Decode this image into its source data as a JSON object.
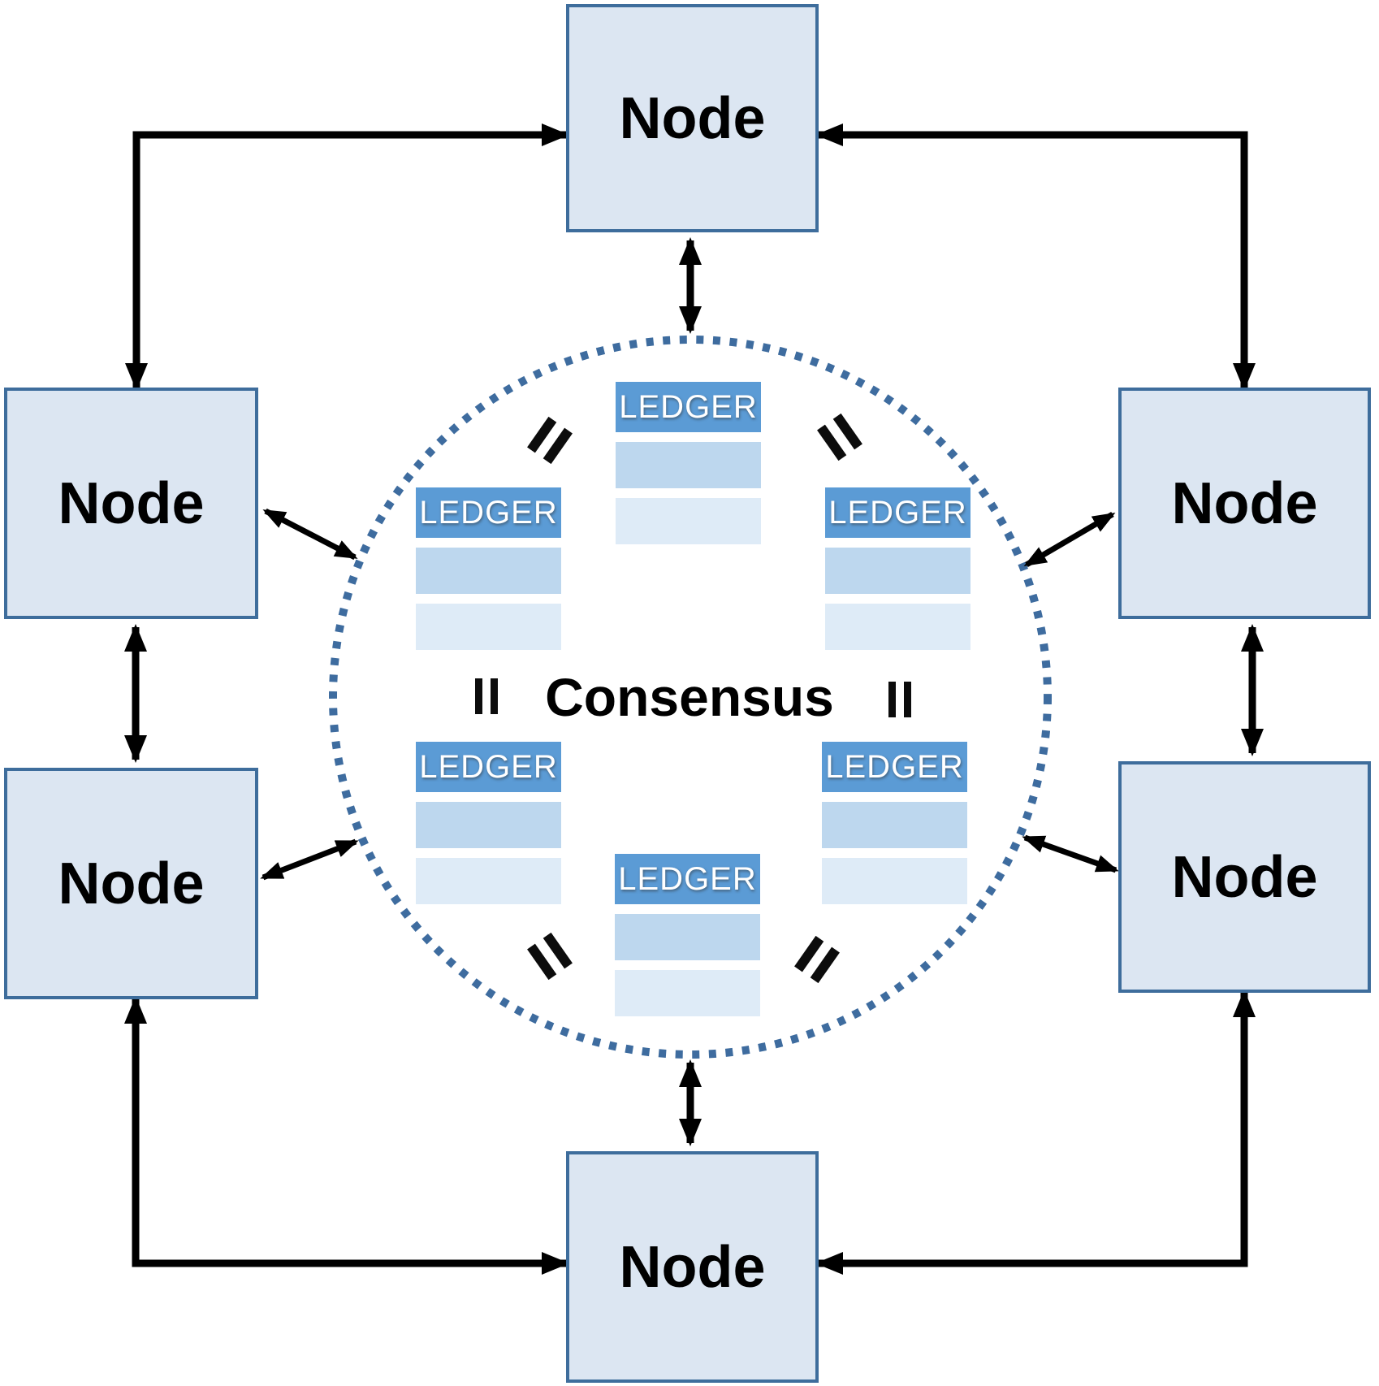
{
  "diagram": {
    "center_label": "Consensus",
    "nodes": [
      {
        "id": "top",
        "label": "Node"
      },
      {
        "id": "upper-left",
        "label": "Node"
      },
      {
        "id": "upper-right",
        "label": "Node"
      },
      {
        "id": "lower-left",
        "label": "Node"
      },
      {
        "id": "lower-right",
        "label": "Node"
      },
      {
        "id": "bottom",
        "label": "Node"
      }
    ],
    "ledgers": [
      {
        "id": "top-center",
        "label": "LEDGER"
      },
      {
        "id": "mid-left",
        "label": "LEDGER"
      },
      {
        "id": "mid-right",
        "label": "LEDGER"
      },
      {
        "id": "lower-left",
        "label": "LEDGER"
      },
      {
        "id": "lower-right",
        "label": "LEDGER"
      },
      {
        "id": "bottom-center",
        "label": "LEDGER"
      }
    ],
    "colors": {
      "node_fill": "#dce6f2",
      "node_border": "#3e6d9c",
      "ledger_header": "#5b9bd5",
      "ledger_row_medium": "#bdd7ee",
      "ledger_row_light": "#deebf7",
      "consensus_circle_dots": "#3e6c9f",
      "arrows": "#000000",
      "text": "#000000"
    }
  }
}
